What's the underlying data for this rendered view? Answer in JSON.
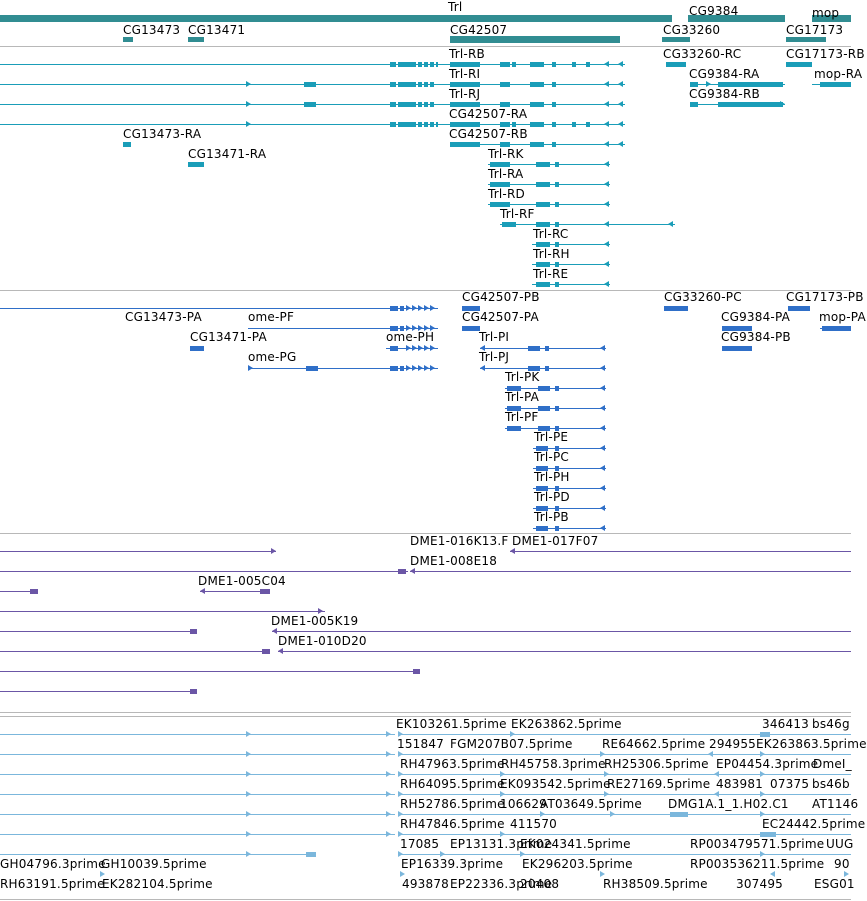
{
  "colors": {
    "gene": "#318d92",
    "transcript": "#1a9db8",
    "protein": "#2f6fc8",
    "clone": "#6b56a6",
    "est": "#7bb7dc"
  },
  "gene_track": {
    "labels": [
      "Trl",
      "CG9384",
      "mop",
      "CG13473",
      "CG13471",
      "CG42507",
      "CG33260",
      "CG17173"
    ]
  },
  "transcript_track": {
    "labels": [
      "Trl-RB",
      "CG33260-RC",
      "CG17173-RB",
      "Trl-RI",
      "CG9384-RA",
      "mop-RA",
      "Trl-RJ",
      "CG9384-RB",
      "CG42507-RA",
      "CG13473-RA",
      "CG42507-RB",
      "CG13471-RA",
      "Trl-RK",
      "Trl-RA",
      "Trl-RD",
      "Trl-RF",
      "Trl-RC",
      "Trl-RH",
      "Trl-RE"
    ]
  },
  "protein_track": {
    "labels": [
      "CG42507-PB",
      "CG33260-PC",
      "CG17173-PB",
      "CG13473-PA",
      "ome-PF",
      "CG42507-PA",
      "CG9384-PA",
      "mop-PA",
      "CG13471-PA",
      "ome-PH",
      "Trl-PI",
      "CG9384-PB",
      "ome-PG",
      "Trl-PJ",
      "Trl-PK",
      "Trl-PA",
      "Trl-PF",
      "Trl-PE",
      "Trl-PC",
      "Trl-PH",
      "Trl-PD",
      "Trl-PB"
    ]
  },
  "clone_track": {
    "labels": [
      "DME1-016K13.F",
      "DME1-017F07",
      "DME1-008E18",
      "DME1-005C04",
      "DME1-005K19",
      "DME1-010D20"
    ]
  },
  "est_track": {
    "labels": [
      "EK103261.5prime",
      "EK263862.5prime",
      "346413",
      "bs46g",
      "151847",
      "FGM207B07.5prime",
      "RE64662.5prime",
      "294955",
      "EK263863.5prime",
      "RH47963.5prime",
      "RH45758.3prime",
      "RH25306.5prime",
      "EP04454.3prime",
      "DmeI_",
      "RH64095.5prime",
      "EK093542.5prime",
      "RE27169.5prime",
      "483981",
      "07375",
      "bs46b",
      "RH52786.5prime",
      "106629",
      "AT03649.5prime",
      "DMG1A.1_1.H02.C1",
      "AT1146",
      "RH47846.5prime",
      "411570",
      "EC24442.5prime",
      "17085",
      "EP13131.3prime",
      "EK024341.5prime",
      "RP003479571.5prime",
      "UUG",
      "GH04796.3prime",
      "GH10039.5prime",
      "EP16339.3prime",
      "EK296203.5prime",
      "RP003536211.5prime",
      "90",
      "RH63191.5prime",
      "EK282104.5prime",
      "493878",
      "EP22336.3prime",
      "20408",
      "RH38509.5prime",
      "307495",
      "ESG01"
    ]
  }
}
